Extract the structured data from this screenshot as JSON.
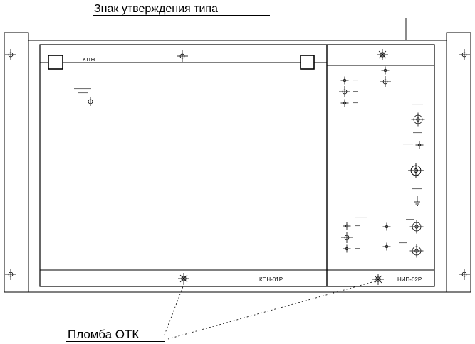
{
  "callouts": {
    "type_approval_label": "Знак утверждения типа",
    "otk_seal_label": "Пломба ОТК"
  },
  "panel": {
    "top_label": "КПН",
    "left_module_name": "КПН-01Р",
    "right_module_name": "НИП-02Р"
  },
  "colors": {
    "line": "#000000",
    "background": "#ffffff",
    "faint_text": "#777777"
  },
  "icons": {
    "screw": "screw-icon",
    "seal_screw": "seal-screw-icon",
    "connector": "connector-icon",
    "ground": "ground-symbol-icon",
    "phase": "phase-symbol-icon"
  }
}
